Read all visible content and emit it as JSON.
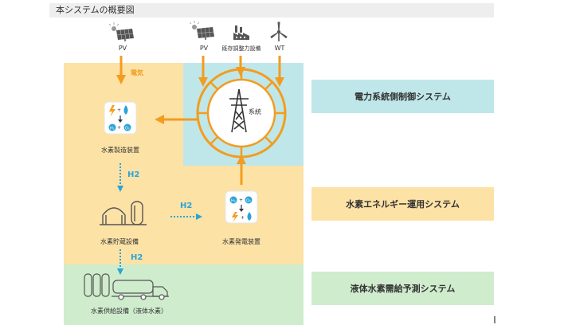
{
  "title": "本システムの概要図",
  "sources": {
    "pv_left": "PV",
    "pv_right": "PV",
    "existing_equipment": "既存調整力設備",
    "wt": "WT"
  },
  "flow_labels": {
    "electricity": "電気",
    "h2_a": "H2",
    "h2_b": "H2",
    "h2_c": "H2"
  },
  "grid_label": "系統",
  "components": {
    "electrolyzer": "水素製造装置",
    "storage": "水素貯蔵設備",
    "fuel_cell": "水素発電装置",
    "supply": "水素供給設備（液体水素）"
  },
  "systems": {
    "power_control": "電力系統側制御システム",
    "energy_operation": "水素エネルギー運用システム",
    "demand_forecast": "液体水素需給予測システム"
  },
  "colors": {
    "orange": "#f39c1f",
    "blue": "#2aa3d8",
    "yellow_zone": "#fde2a6",
    "cyan_zone": "#bfe7ea",
    "green_zone": "#cfeccd"
  }
}
